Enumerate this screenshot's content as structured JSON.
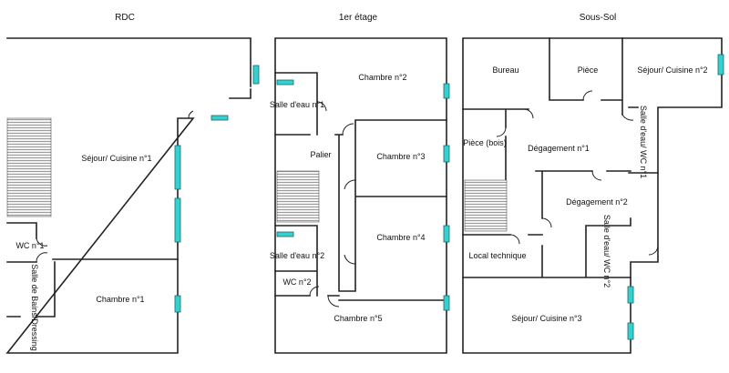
{
  "plans": {
    "rdc": {
      "title": "RDC",
      "rooms": {
        "sejour": "Séjour/ Cuisine n°1",
        "wc": "WC n°1",
        "chambre": "Chambre n°1",
        "salle_bains": "Salle de Bains/Dressing"
      }
    },
    "etage1": {
      "title": "1er étage",
      "rooms": {
        "chambre2": "Chambre n°2",
        "salle_eau1": "Salle d'eau n°1",
        "palier": "Palier",
        "chambre3": "Chambre n°3",
        "chambre4": "Chambre n°4",
        "salle_eau2": "Salle d'eau n°2",
        "wc2": "WC n°2",
        "chambre5": "Chambre n°5"
      }
    },
    "soussol": {
      "title": "Sous-Sol",
      "rooms": {
        "bureau": "Bureau",
        "piece": "Pièce",
        "sejour2": "Séjour/ Cuisine n°2",
        "piece_bois": "Pièce (bois)",
        "degagement1": "Dégagement n°1",
        "salle_eau_wc1": "Salle d'eau/ WC n°1",
        "degagement2": "Dégagement n°2",
        "local": "Local technique",
        "salle_eau_wc2": "Salle d'eau/ WC n°2",
        "sejour3": "Séjour/ Cuisine n°3"
      }
    }
  },
  "colors": {
    "window": "#35d0d0",
    "wall": "#222222"
  }
}
